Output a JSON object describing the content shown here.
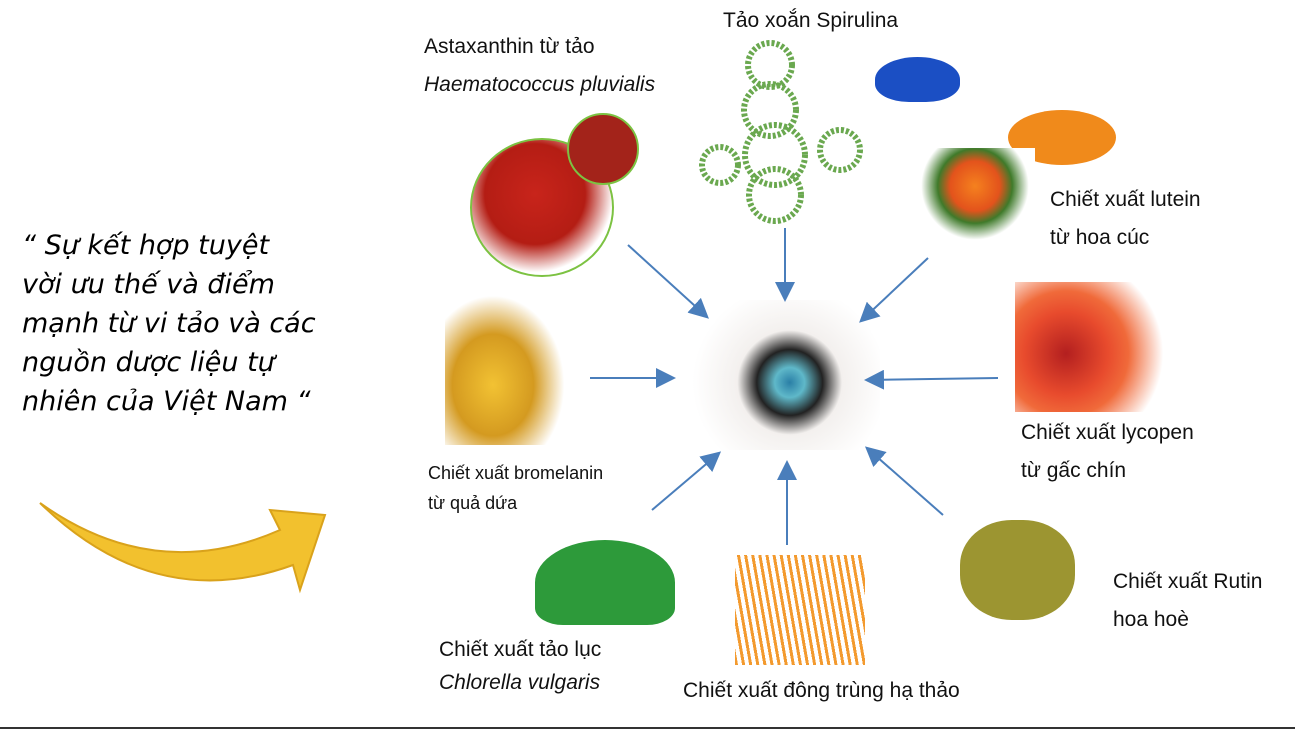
{
  "quote": {
    "lines": [
      "“ Sự kết hợp tuyệt",
      "vời ưu thế và điểm",
      "mạnh từ vi tảo và các",
      "nguồn dược liệu tự",
      "nhiên của Việt Nam “"
    ]
  },
  "sources": [
    {
      "line1": "Astaxanthin từ tảo",
      "line2": "Haematococcus pluvialis"
    },
    {
      "line1": "Tảo xoắn Spirulina"
    },
    {
      "line1": "Chiết xuất lutein",
      "line2": "từ hoa cúc"
    },
    {
      "line1": "Chiết xuất lycopen",
      "line2": "từ gấc chín"
    },
    {
      "line1": "Chiết xuất Rutin",
      "line2": "hoa hoè"
    },
    {
      "line1": "Chiết xuất đông trùng hạ thảo"
    },
    {
      "line1": "Chiết xuất tảo lục",
      "line2": "Chlorella vulgaris"
    },
    {
      "line1": "Chiết xuất bromelanin",
      "line2": "từ quả dứa"
    }
  ],
  "colors": {
    "arrow": "#4a7ebb",
    "big_arrow": "#f2c12e"
  }
}
